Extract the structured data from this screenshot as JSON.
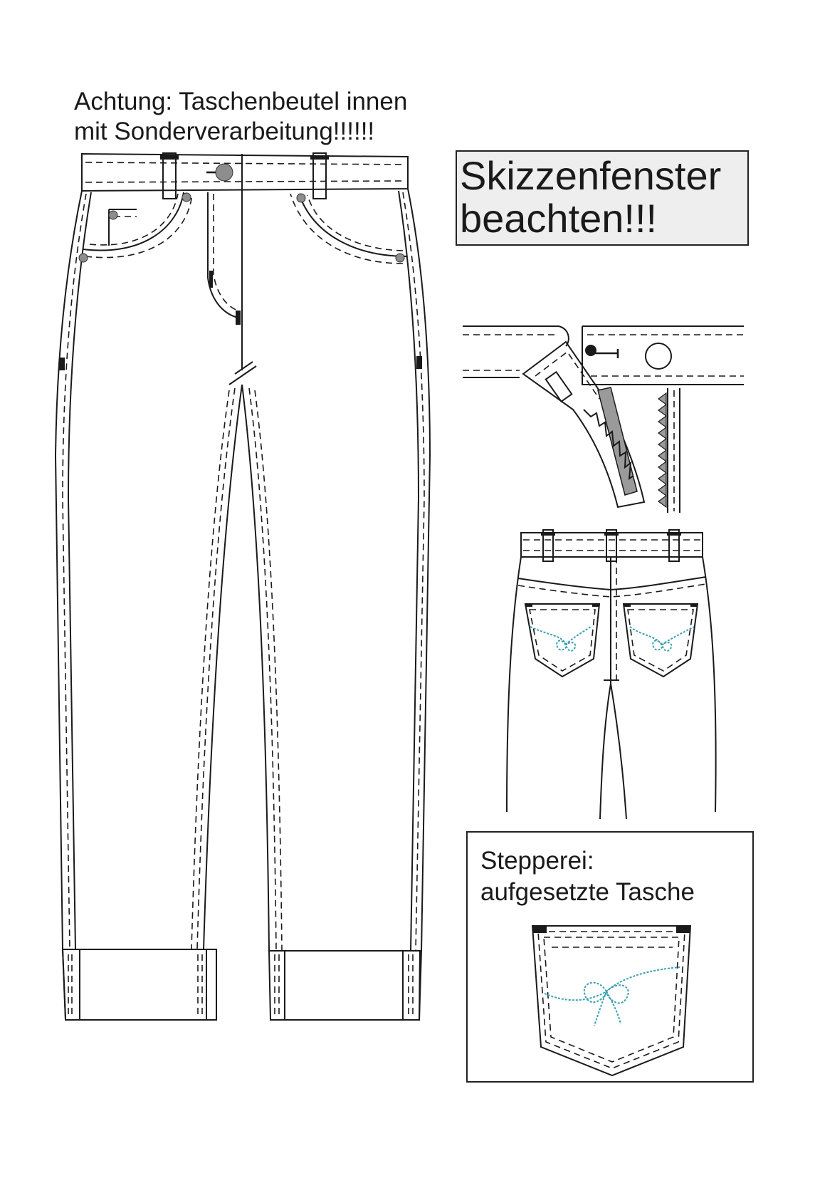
{
  "notes": {
    "top_line1": "Achtung: Taschenbeutel innen",
    "top_line2": "mit Sonderverarbeitung!!!!!!",
    "window_line1": "Skizzenfenster",
    "window_line2": "beachten!!!",
    "stitch_line1": "Stepperei:",
    "stitch_line2": "aufgesetzte Tasche"
  },
  "colors": {
    "line": "#1a1a1a",
    "window_fill": "#eeeeee",
    "embroidery": "#3aa0b0",
    "zipper_tape": "#9a9a9a",
    "rivet": "#8d8d8d"
  }
}
